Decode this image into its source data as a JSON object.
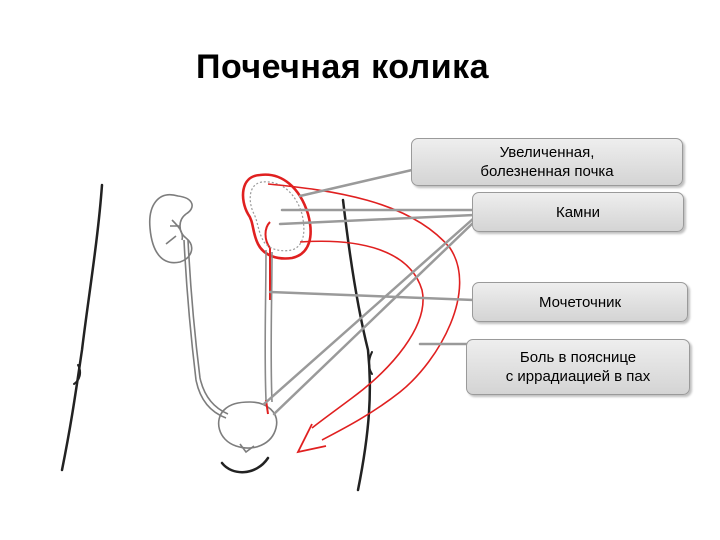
{
  "title": "Почечная колика",
  "labels": {
    "kidney_line1": "Увеличенная,",
    "kidney_line2": "болезненная почка",
    "stones": "Камни",
    "ureter": "Мочеточник",
    "pain_line1": "Боль в пояснице",
    "pain_line2": "с иррадиацией в пах"
  },
  "colors": {
    "affected": "#e02020",
    "outline": "#8a8a8a",
    "pointer_line": "#9a9a9a",
    "callout_border": "#9a9a9a"
  }
}
